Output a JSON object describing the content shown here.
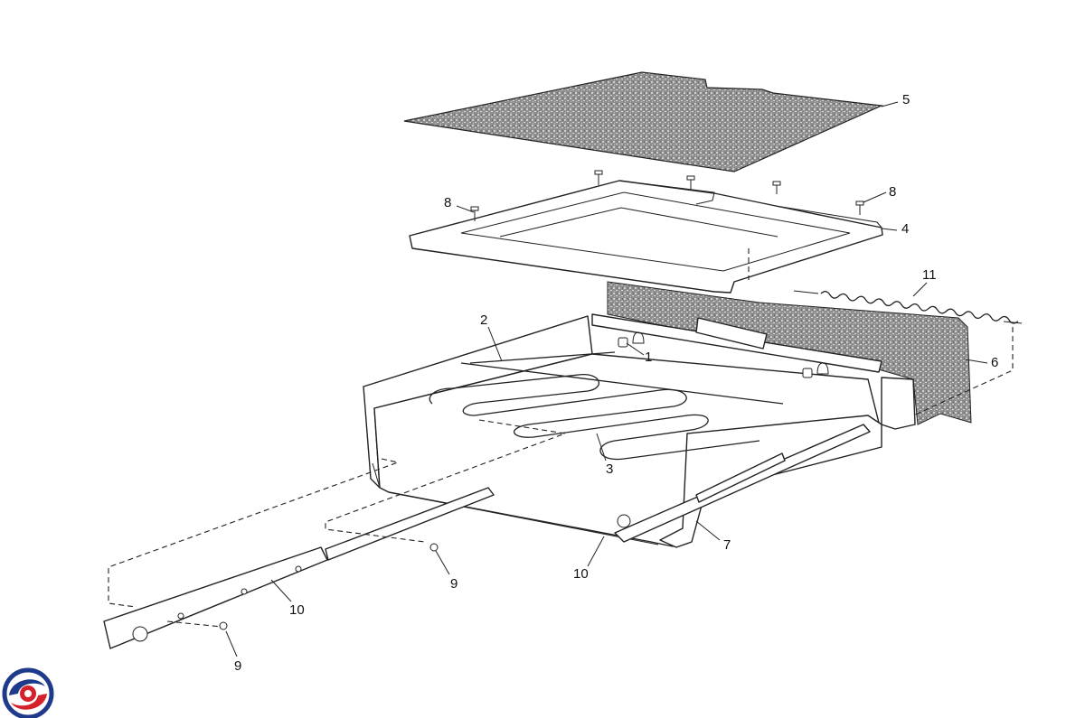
{
  "labels": {
    "p1": "1",
    "p2": "2",
    "p3": "3",
    "p4": "4",
    "p5": "5",
    "p6": "6",
    "p7": "7",
    "p8a": "8",
    "p8b": "8",
    "p9a": "9",
    "p9b": "9",
    "p10a": "10",
    "p10b": "10",
    "p11": "11"
  },
  "colors": {
    "line": "#222222",
    "insulation": "#9a9a9a",
    "logo_red": "#d6202a",
    "logo_blue": "#1f3a8a"
  },
  "icons": {
    "logo": "brand-swirl-logo"
  }
}
